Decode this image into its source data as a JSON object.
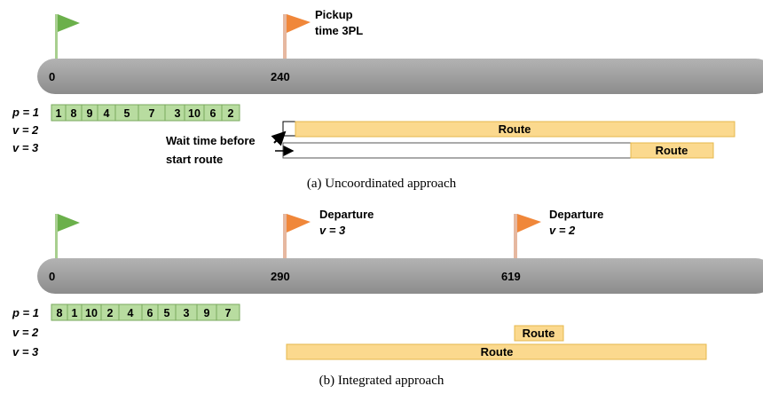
{
  "panels": [
    {
      "id": "a",
      "caption": "(a)  Uncoordinated approach",
      "ticks": [
        "0",
        "240"
      ],
      "flag_label": [
        "Pickup",
        "time 3PL"
      ],
      "row_labels": [
        "p = 1",
        "v = 2",
        "v = 3"
      ],
      "sequence": [
        "1",
        "8",
        "9",
        "4",
        "5",
        "7",
        "3",
        "10",
        "6",
        "2"
      ],
      "routes": [
        "Route",
        "Route"
      ],
      "annotation": [
        "Wait time before",
        "start route"
      ]
    },
    {
      "id": "b",
      "caption": "(b)  Integrated approach",
      "ticks": [
        "0",
        "290",
        "619"
      ],
      "flags": [
        {
          "title": "Departure",
          "sub": "v = 3"
        },
        {
          "title": "Departure",
          "sub": "v = 2"
        }
      ],
      "row_labels": [
        "p = 1",
        "v = 2",
        "v = 3"
      ],
      "sequence": [
        "8",
        "1",
        "10",
        "2",
        "4",
        "6",
        "5",
        "3",
        "9",
        "7"
      ],
      "routes": [
        "Route",
        "Route"
      ]
    }
  ],
  "colors": {
    "timeline": "#999999",
    "start_flag": "#6bb04b",
    "event_flag": "#f0873a",
    "flag_pole": "#e6b8a0",
    "sequence_cell": "#b8dca0",
    "sequence_border": "#7aaa5e",
    "route_fill": "#fbd98e",
    "route_border": "#e6b84c"
  }
}
